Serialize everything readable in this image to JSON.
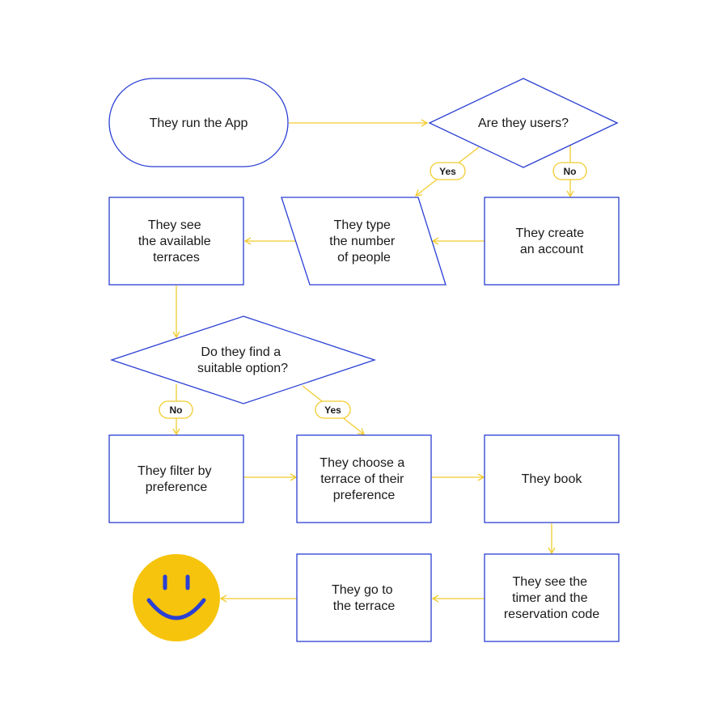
{
  "nodes": {
    "run_app": "They run the App",
    "are_users": "Are they users?",
    "create_account": [
      "They create",
      "an account"
    ],
    "type_people": [
      "They type",
      "the number",
      "of people"
    ],
    "see_terraces": [
      "They see",
      "the available",
      "terraces"
    ],
    "find_option": [
      "Do they find a",
      "suitable option?"
    ],
    "filter_pref": [
      "They filter by",
      "preference"
    ],
    "choose_terrace": [
      "They choose a",
      "terrace of their",
      "preference"
    ],
    "book": "They book",
    "see_timer": [
      "They see the",
      "timer and the",
      "reservation code"
    ],
    "go_terrace": [
      "They go to",
      "the terrace"
    ]
  },
  "labels": {
    "yes_1": "Yes",
    "no_1": "No",
    "no_2": "No",
    "yes_2": "Yes"
  },
  "colors": {
    "shape_stroke": "#2a3fd4",
    "arrow": "#f2cc2e",
    "smiley": "#f6c40c"
  },
  "icons": {
    "end": "smiley-face-icon"
  }
}
